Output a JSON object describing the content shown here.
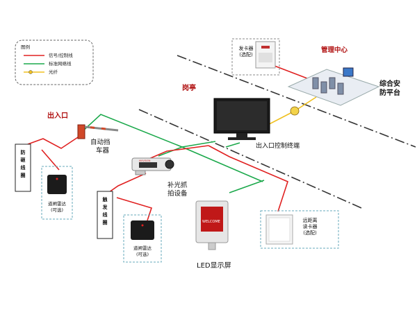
{
  "legend": {
    "title": "图例",
    "items": [
      {
        "label": "信号/控制线",
        "color": "#e02020"
      },
      {
        "label": "标准网络线",
        "color": "#1aa84a"
      },
      {
        "label": "光纤",
        "color": "#f0c020"
      }
    ]
  },
  "labels": {
    "management_center": "管理中心",
    "card_issuer": "发卡器\n(选配)",
    "security_platform": "综合安\n防平台",
    "guard_booth": "岗亭",
    "entrance": "出入口",
    "control_terminal": "出入口控制终端",
    "barrier": "自动挡\n车器",
    "anti_smash_coil": "防砸线圈",
    "radar_1": "道闸雷达\n(可选)",
    "camera": "补光抓\n拍设备",
    "trigger_coil": "触发线圈",
    "radar_2": "道闸雷达\n(可选)",
    "led_display": "LED显示屏",
    "led_screen_text": "WELCOME",
    "long_range_reader": "远距离\n读卡器\n(选配)",
    "camera_brand": "HIKVISION"
  },
  "colors": {
    "signal": "#e02020",
    "network": "#1aa84a",
    "fiber": "#f0c020",
    "title_red": "#b01010"
  }
}
